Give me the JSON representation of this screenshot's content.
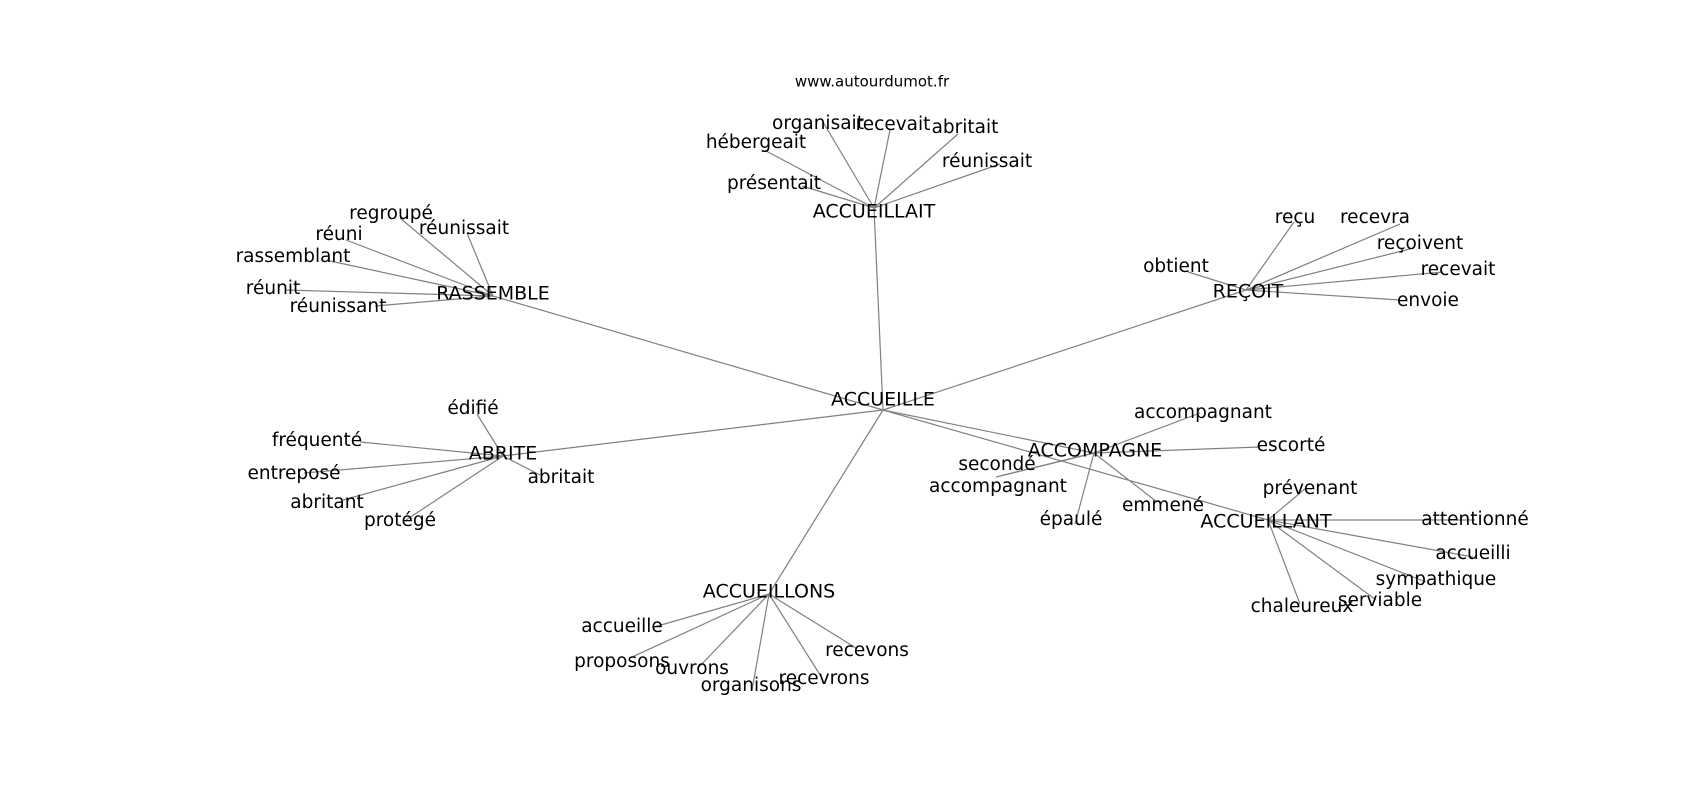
{
  "site_label": "www.autourdumot.fr",
  "center": {
    "id": "accueille",
    "label": "ACCUEILLE"
  },
  "hubs": [
    {
      "id": "accueillait",
      "label": "ACCUEILLAIT",
      "words": [
        "organisait",
        "recevait",
        "abritait",
        "hébergeait",
        "réunissait",
        "présentait"
      ]
    },
    {
      "id": "rassemble",
      "label": "RASSEMBLE",
      "words": [
        "regroupé",
        "réuni",
        "réunissait",
        "rassemblant",
        "réunit",
        "réunissant"
      ]
    },
    {
      "id": "recoit",
      "label": "REÇOIT",
      "words": [
        "reçu",
        "recevra",
        "reçoivent",
        "obtient",
        "recevait",
        "envoie"
      ]
    },
    {
      "id": "abrite",
      "label": "ABRITE",
      "words": [
        "édifié",
        "fréquenté",
        "entreposé",
        "abritait",
        "abritant",
        "protégé"
      ]
    },
    {
      "id": "accompagne",
      "label": "ACCOMPAGNE",
      "words": [
        "accompagnant",
        "escorté",
        "secondé",
        "accompagnant",
        "épaulé",
        "emmené"
      ]
    },
    {
      "id": "accueillant",
      "label": "ACCUEILLANT",
      "words": [
        "prévenant",
        "attentionné",
        "accueilli",
        "sympathique",
        "serviable",
        "chaleureux"
      ]
    },
    {
      "id": "accueillons",
      "label": "ACCUEILLONS",
      "words": [
        "accueille",
        "proposons",
        "ouvrons",
        "organisons",
        "recevrons",
        "recevons"
      ]
    }
  ]
}
